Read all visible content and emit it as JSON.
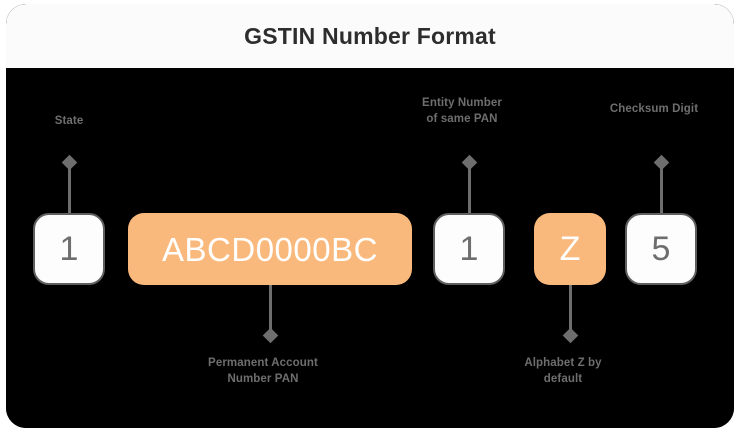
{
  "header": {
    "title": "GSTIN Number Format"
  },
  "colors": {
    "card_background": "#000000",
    "header_background": "#fbfbfb",
    "highlight_orange": "#fab97c",
    "box_white": "#fdfdfd",
    "connector_gray": "#6e6e6e",
    "label_gray": "#6e6e6e",
    "title_text": "#2d2d2d"
  },
  "segments": [
    {
      "id": "state",
      "value": "1",
      "style": "white"
    },
    {
      "id": "pan",
      "value": "ABCD0000BC",
      "style": "orange"
    },
    {
      "id": "entity",
      "value": "1",
      "style": "white"
    },
    {
      "id": "alphabet",
      "value": "Z",
      "style": "orange"
    },
    {
      "id": "checksum",
      "value": "5",
      "style": "white"
    }
  ],
  "callouts": {
    "state": {
      "line1": "State",
      "line2": ""
    },
    "entity": {
      "line1": "Entity Number",
      "line2": "of same PAN"
    },
    "checksum": {
      "line1": "Checksum Digit",
      "line2": ""
    },
    "pan": {
      "line1": "Permanent Account",
      "line2": "Number PAN"
    },
    "alphabet": {
      "line1": "Alphabet Z by",
      "line2": "default"
    }
  }
}
